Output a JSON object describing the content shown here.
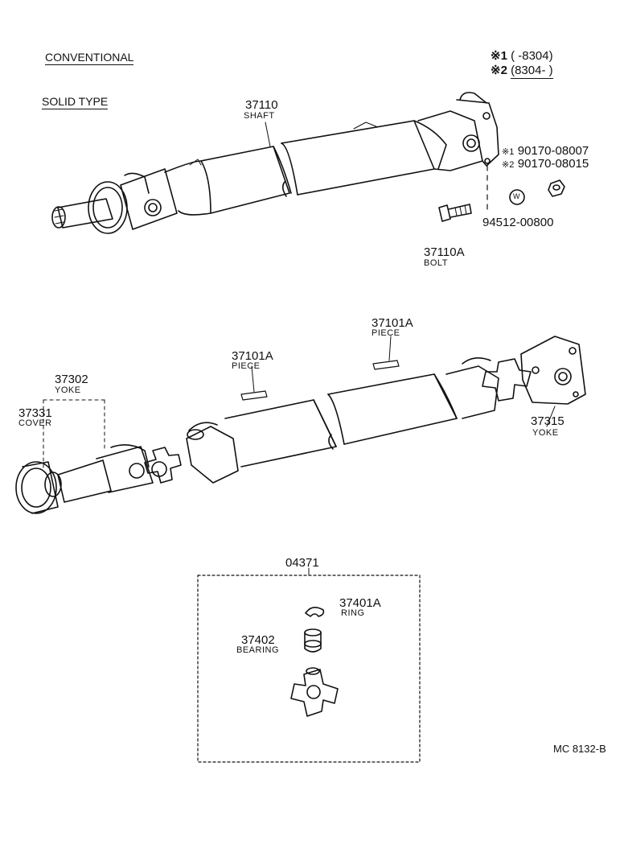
{
  "header": {
    "title": "CONVENTIONAL",
    "subtitle": "SOLID TYPE"
  },
  "legend": {
    "row1": {
      "mark": "※1",
      "range": "(      -8304)"
    },
    "row2": {
      "mark": "※2",
      "range": "(8304-      )"
    }
  },
  "parts": {
    "shaft": {
      "code": "37110",
      "name": "SHAFT"
    },
    "bolt": {
      "code": "37110A",
      "name": "BOLT"
    },
    "nut1": {
      "mark": "※1",
      "code": "90170-08007"
    },
    "nut2": {
      "mark": "※2",
      "code": "90170-08015"
    },
    "washer": {
      "code": "94512-00800",
      "symbol": "W"
    },
    "piece_a": {
      "code": "37101A",
      "name": "PIECE"
    },
    "piece_b": {
      "code": "37101A",
      "name": "PIECE"
    },
    "yoke_front": {
      "code": "37302",
      "name": "YOKE"
    },
    "cover": {
      "code": "37331",
      "name": "COVER"
    },
    "yoke_rear": {
      "code": "37315",
      "name": "YOKE"
    },
    "kit": {
      "code": "04371"
    },
    "ring": {
      "code": "37401A",
      "name": "RING"
    },
    "bearing": {
      "code": "37402",
      "name": "BEARING"
    }
  },
  "footer": {
    "ref": "MC 8132-B"
  }
}
